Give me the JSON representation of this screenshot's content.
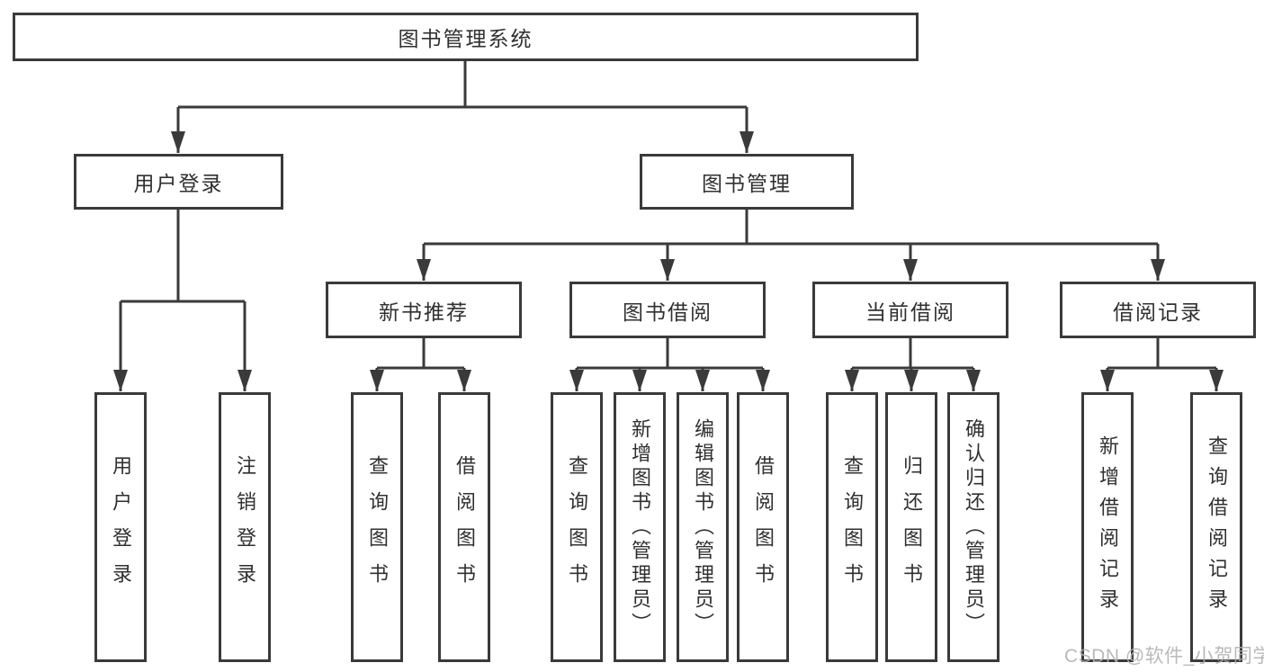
{
  "tree": {
    "root": {
      "label": "图书管理系统"
    },
    "level2": [
      {
        "label": "用户登录"
      },
      {
        "label": "图书管理"
      }
    ],
    "level3": [
      {
        "label": "新书推荐"
      },
      {
        "label": "图书借阅"
      },
      {
        "label": "当前借阅"
      },
      {
        "label": "借阅记录"
      }
    ],
    "leaves": {
      "login": [
        {
          "label": "用户登录"
        },
        {
          "label": "注销登录"
        }
      ],
      "newbook": [
        {
          "label": "查询图书"
        },
        {
          "label": "借阅图书"
        }
      ],
      "borrow": [
        {
          "label": "查询图书"
        },
        {
          "label": "新增图书（管理员）"
        },
        {
          "label": "编辑图书（管理员）"
        },
        {
          "label": "借阅图书"
        }
      ],
      "current": [
        {
          "label": "查询图书"
        },
        {
          "label": "归还图书"
        },
        {
          "label": "确认归还（管理员）"
        }
      ],
      "records": [
        {
          "label": "新增借阅记录"
        },
        {
          "label": "查询借阅记录"
        }
      ]
    }
  },
  "watermark": {
    "text": "CSDN @软件_小贺同学"
  },
  "colors": {
    "line": "#3a3a3a",
    "text": "#303030",
    "watermark": "#b0b0b0",
    "background": "#ffffff"
  }
}
